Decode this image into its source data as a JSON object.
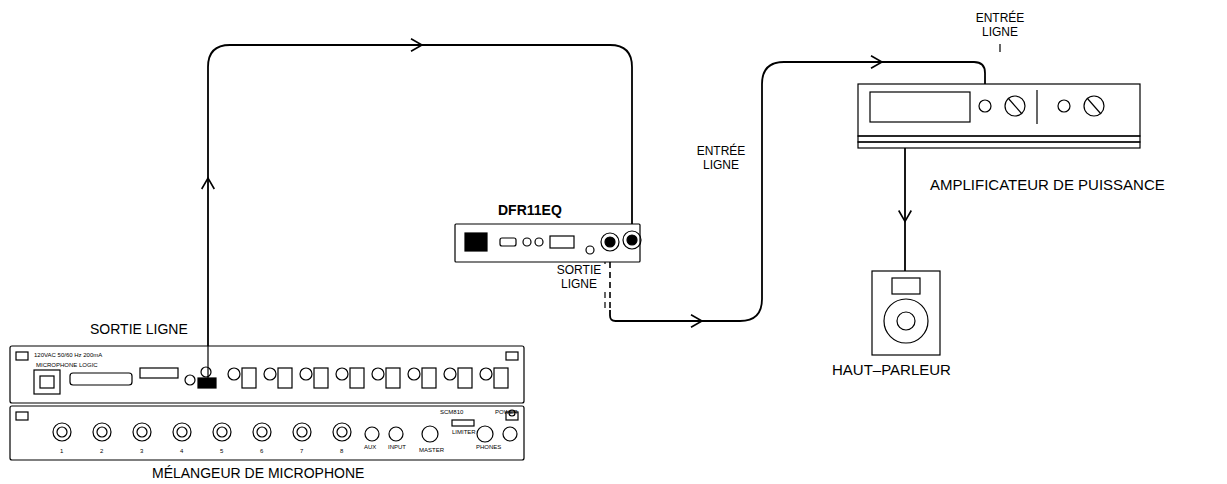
{
  "diagram": {
    "nodes": [
      {
        "text": [
          "SORTIE LIGNE",
          "MÉLANGEUR DE MICROPHONE"
        ]
      },
      {
        "text": [
          "DFR11EQ",
          "ENTRÉE LIGNE",
          "SORTIE LIGNE"
        ]
      },
      {
        "text": [
          "ENTRÉE LIGNE",
          "AMPLIFICATEUR DE PUISSANCE"
        ]
      },
      {
        "text": [
          "HAUT–PARLEUR"
        ]
      }
    ],
    "edges": [
      {
        "from": 0,
        "to": 1,
        "arrow": "to"
      },
      {
        "from": 1,
        "to": 2,
        "arrow": "to"
      },
      {
        "from": 2,
        "to": 3,
        "arrow": "to"
      }
    ],
    "labels": [
      "120VAC 50/60 Hz 200mA",
      "MICROPHONE LOGIC",
      "SCM810",
      "AUX",
      "INPUT",
      "MASTER",
      "LIMITER",
      "PHONES",
      "POWER",
      "1",
      "2",
      "3",
      "4",
      "5",
      "6",
      "7",
      "8"
    ]
  }
}
